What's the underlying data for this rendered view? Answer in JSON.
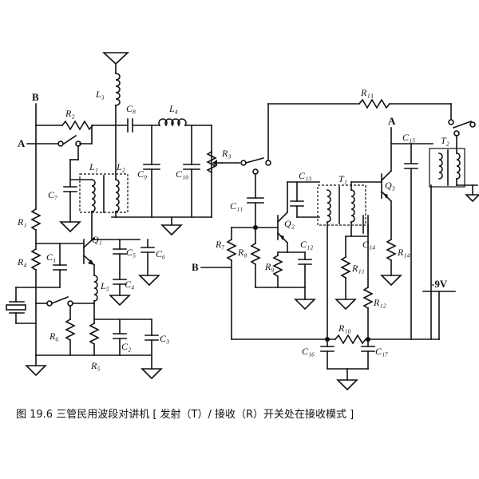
{
  "caption": "图 19.6   三管民用波段对讲机 [ 发射（T）/ 接收（R）开关处在接收模式 ]",
  "nodes": {
    "a_left": "A",
    "b_left": "B",
    "a_right": "A",
    "b_mid": "B",
    "supply": "-9V"
  },
  "labels": {
    "r2": "R₂",
    "l3": "L₃",
    "c8": "C₈",
    "l4": "L₄",
    "l1": "L₁",
    "l2": "L₂",
    "c7": "C₇",
    "c9": "C₉",
    "c10": "C₁₀",
    "r3": "R₃",
    "r1": "R₁",
    "q1": "Q₁",
    "r4": "R₄",
    "c1": "C₁",
    "c5": "C₅",
    "c6": "C₆",
    "c4": "C₄",
    "l5": "L₅",
    "r6": "R₆",
    "c2": "C₂",
    "c3": "C₃",
    "r5": "R₅",
    "r13": "R₁₃",
    "c11": "C₁₁",
    "c13": "C₁₃",
    "t1": "T₁",
    "q2": "Q₂",
    "r7": "R₇",
    "r8": "R₈",
    "r9": "R₉",
    "c12": "C₁₂",
    "c14": "C₁₄",
    "r11": "R₁₁",
    "r12": "R₁₂",
    "q3": "Q₃",
    "r14": "R₁₄",
    "c15": "C₁₅",
    "t2": "T₂",
    "r10": "R₁₀",
    "c16": "C₁₆",
    "c17": "C₁₇"
  }
}
